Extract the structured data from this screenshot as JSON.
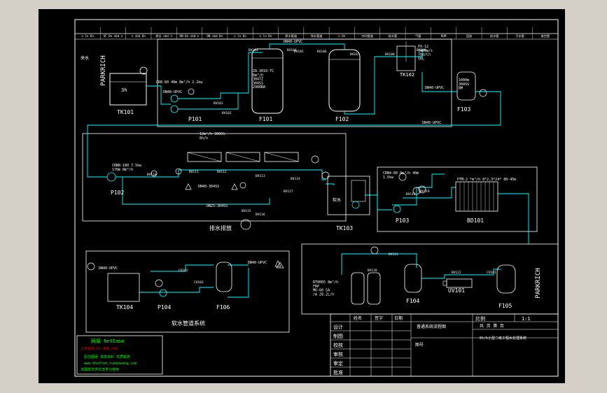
{
  "colors": {
    "background": "#000000",
    "frame": "#ffffff",
    "pipe": "#00ffff",
    "text": "#ffffff",
    "green": "#00ff00",
    "red": "#ff0000",
    "yellow": "#ffff00"
  },
  "header_cells": [
    "n ln Dn",
    "SF Dn xbd n",
    "n xbd Dn",
    "原水 xbd n",
    "DN Dn xbd n",
    "DN xbd Dn",
    "n ln Dn",
    "n ln Dn",
    "原水管道",
    "净水管道",
    "n Dn",
    "中间管道",
    "软水管",
    "气管",
    "ROM",
    "回流",
    "进水管",
    "污水管",
    "放空管"
  ],
  "tags": {
    "tk101": "TK101",
    "p101": "P101",
    "f101": "F101",
    "f102": "F102",
    "tk102": "TK102",
    "f103": "F103",
    "p102": "P102",
    "tk103": "TK103",
    "p103": "P103",
    "bd101": "BD101",
    "tk104": "TK104",
    "p104": "P104",
    "f106": "F106",
    "f104": "F104",
    "uv101": "UV101",
    "f105": "F105"
  },
  "notes": {
    "parkrich_left": "PARKRICH",
    "parkrich_right": "PARKRICH",
    "raw_water": "来水",
    "tank_3h": "3h",
    "pump1": "CR8-60 40m 8m³/h 2.2kw",
    "pipe_dn40": "DN40-UPVC",
    "filter_f101": "ZA-3010-TC\n6m³/h\n3047Z\n304SS\n2900BA",
    "tk102_spec": "PX-12\n1000m/s\n7bd/Cn\n50L",
    "f103_spec": "1000m\n304SS\nBM",
    "p102_spec": "CRN8-180 7.5kw\n170m 8m³/h",
    "hdr_p102": "12m³/h 300SS\n6h/h",
    "p103_spec": "CRN4-60 8m³/h 40m\n1.5kw",
    "bd101_spec": "PTM-2 *m³/h 8*2.3*24* 80-45m",
    "tk103_box": "软水",
    "reject": "排水排放",
    "pipe_dn25": "DN25-304SS",
    "ro_spec": "RT8065 8m³/h\nFRP\nMU-60 5A\n/m 28.2L/h",
    "softwater": "软水管道系统",
    "pipe_dn40_304ss": "DN40-304SS"
  },
  "valves": [
    "BV101",
    "BV102",
    "BV103",
    "BV104",
    "BV105",
    "BV106",
    "BV107",
    "BV108",
    "BV109",
    "BV110",
    "BV111",
    "BV112",
    "BV113",
    "BV114",
    "BV115",
    "BV116",
    "BV117",
    "BV118",
    "BV119",
    "BV120",
    "BV121",
    "BV122",
    "CV101",
    "CV102",
    "CV103"
  ],
  "stamp": {
    "line1": "网易 NetEase",
    "line2": "土木在线 Co.163.com",
    "line3": "原创图纸 共享资料 优质服务",
    "line4": "www.Shuffen.tuminwang.com",
    "line5": "本图纸仅供交流学习使用"
  },
  "title_block": {
    "design": "设计",
    "drawing": "制图",
    "check": "校核",
    "review": "审核",
    "audit": "审定",
    "approve": "批准",
    "date": "日期",
    "sign_header": [
      "姓名",
      "签字",
      "日期"
    ],
    "project_title": "普通系统流程图",
    "scale_label": "比例",
    "scale_value": "1:1",
    "sheets": "共 页 第 页",
    "drawing_name": "8t/h小型二级工程水处理系统",
    "drawing_no_label": "图号"
  }
}
